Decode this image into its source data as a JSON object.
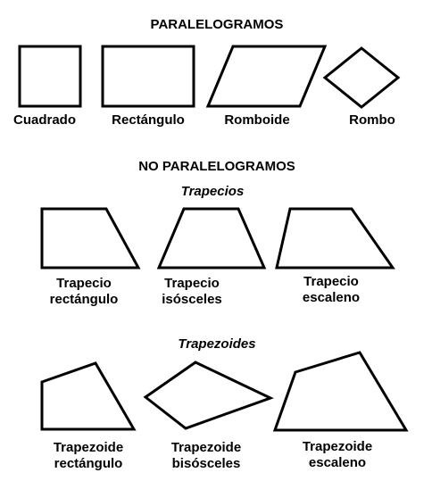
{
  "headings": {
    "parallelograms": "PARALELOGRAMOS",
    "non_parallelograms": "NO PARALELOGRAMOS",
    "trapezoids": "Trapecios",
    "trapezoids_general": "Trapezoides"
  },
  "parallelograms": {
    "square": "Cuadrado",
    "rectangle": "Rectángulo",
    "rhomboid": "Romboide",
    "rhombus": "Rombo"
  },
  "trapecios": {
    "right": {
      "line1": "Trapecio",
      "line2": "rectángulo"
    },
    "isosceles": {
      "line1": "Trapecio",
      "line2": "isósceles"
    },
    "scalene": {
      "line1": "Trapecio",
      "line2": "escaleno"
    }
  },
  "trapezoides": {
    "right": {
      "line1": "Trapezoide",
      "line2": "rectángulo"
    },
    "bisosceles": {
      "line1": "Trapezoide",
      "line2": "bisósceles"
    },
    "scalene": {
      "line1": "Trapezoide",
      "line2": "escaleno"
    }
  },
  "colors": {
    "stroke": "#000000",
    "background": "#ffffff"
  }
}
